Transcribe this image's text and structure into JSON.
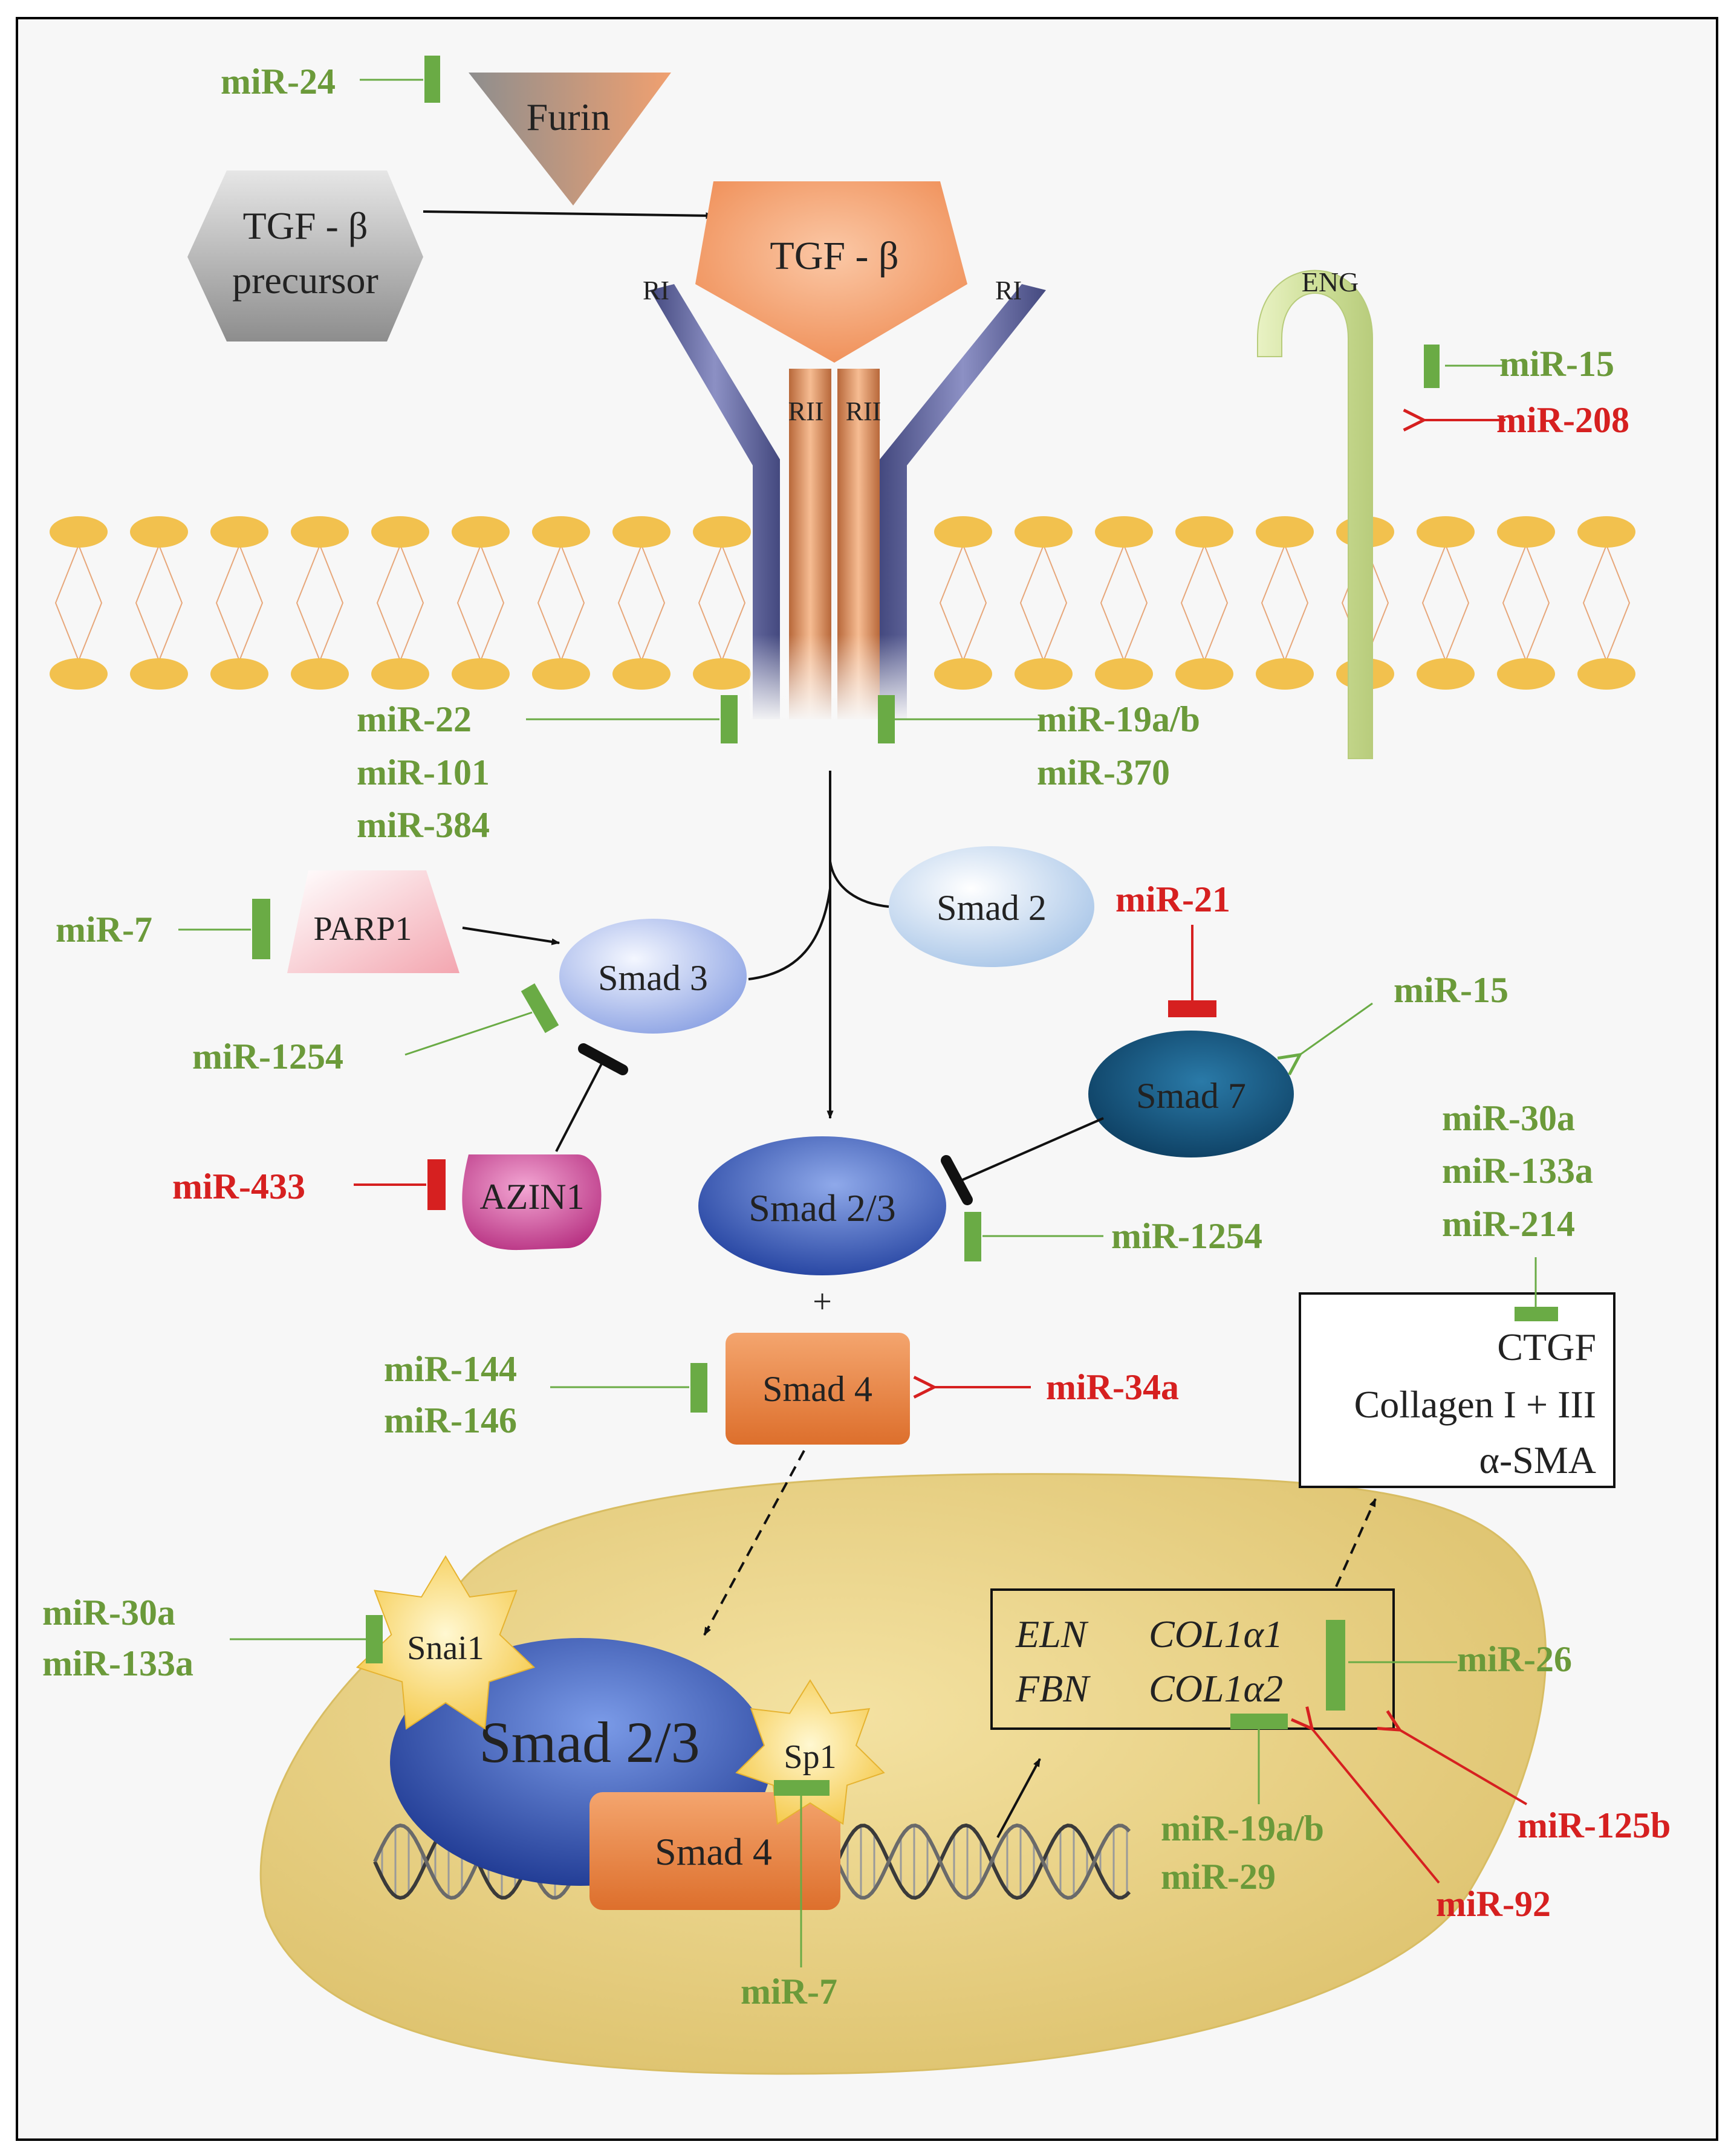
{
  "colors": {
    "inhibit_green": "#6aab45",
    "label_green": "#6b9a3a",
    "label_red": "#d62020",
    "receptor_I": "#5b5f9a",
    "receptor_II": "#d98a5a",
    "membrane_lipid": "#f2c14e",
    "nucleus": "#e8cf7a"
  },
  "molecules": {
    "furin": "Furin",
    "tgfb_precursor_l1": "TGF - β",
    "tgfb_precursor_l2": "precursor",
    "tgfb": "TGF - β",
    "ri_left": "RI",
    "ri_right": "RI",
    "rii_left": "RII",
    "rii_right": "RII",
    "eng": "ENG",
    "parp1": "PARP1",
    "smad3": "Smad 3",
    "smad2": "Smad 2",
    "smad7": "Smad 7",
    "azin1": "AZIN1",
    "smad23": "Smad 2/3",
    "plus": "+",
    "smad4": "Smad 4",
    "snai1": "Snai1",
    "smad23_nuc": "Smad 2/3",
    "sp1": "Sp1",
    "smad4_nuc": "Smad 4"
  },
  "genes": {
    "eln": "ELN",
    "col1a1": "COL1α1",
    "fbn": "FBN",
    "col1a2": "COL1α2"
  },
  "products": {
    "ctgf": "CTGF",
    "collagen": "Collagen I + III",
    "asma": "α-SMA"
  },
  "mirnas": {
    "mir24": "miR-24",
    "mir15_top": "miR-15",
    "mir208": "miR-208",
    "mir22": "miR-22",
    "mir101": "miR-101",
    "mir384": "miR-384",
    "mir19ab_top": "miR-19a/b",
    "mir370": "miR-370",
    "mir7_left": "miR-7",
    "mir1254_left": "miR-1254",
    "mir21": "miR-21",
    "mir15_mid": "miR-15",
    "mir433": "miR-433",
    "mir1254_right": "miR-1254",
    "mir30a_top": "miR-30a",
    "mir133a_top": "miR-133a",
    "mir214": "miR-214",
    "mir144": "miR-144",
    "mir146": "miR-146",
    "mir34a": "miR-34a",
    "mir30a_nuc": "miR-30a",
    "mir133a_nuc": "miR-133a",
    "mir26": "miR-26",
    "mir19ab_nuc": "miR-19a/b",
    "mir29": "miR-29",
    "mir125b": "miR-125b",
    "mir92": "miR-92",
    "mir7_nuc": "miR-7"
  }
}
